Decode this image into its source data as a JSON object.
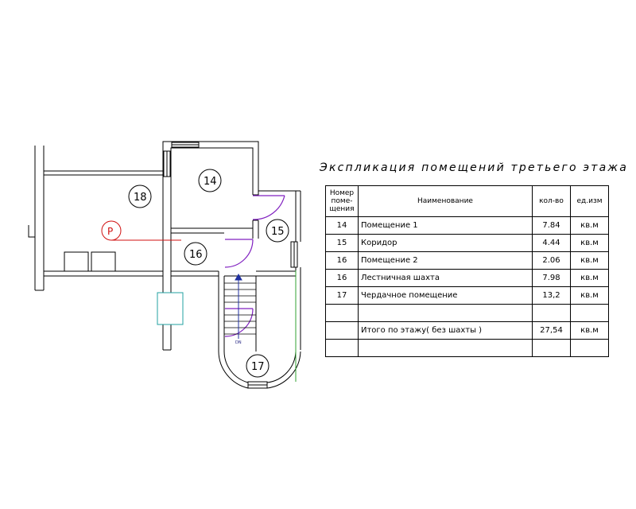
{
  "floor_plan": {
    "rooms": [
      {
        "id": "room-14",
        "number": "14"
      },
      {
        "id": "room-15",
        "number": "15"
      },
      {
        "id": "room-16",
        "number": "16"
      },
      {
        "id": "room-17",
        "number": "17"
      },
      {
        "id": "room-18",
        "number": "18"
      }
    ],
    "marker_p": "Р",
    "stair_label": "DN",
    "colors": {
      "walls": "#000000",
      "doors": "#8020c0",
      "marker": "#d01010",
      "cabinet": "#20a0a0",
      "stairs": "#2030a0",
      "edge": "#30a030"
    }
  },
  "explication": {
    "title": "Экспликация помещений третьего этажа",
    "headers": [
      "Номер поме-щения",
      "Наименование",
      "кол-во",
      "ед.изм"
    ],
    "rows": [
      [
        "14",
        "Помещение 1",
        "7.84",
        "кв.м"
      ],
      [
        "15",
        "Коридор",
        "4.44",
        "кв.м"
      ],
      [
        "16",
        "Помещение 2",
        "2.06",
        "кв.м"
      ],
      [
        "16",
        "Лестничная шахта",
        "7.98",
        "кв.м"
      ],
      [
        "17",
        "Чердачное помещение",
        "13,2",
        "кв.м"
      ],
      [
        "",
        "",
        "",
        ""
      ],
      [
        "",
        "Итого по этажу( без шахты )",
        "27,54",
        "кв.м"
      ],
      [
        "",
        "",
        "",
        ""
      ]
    ]
  }
}
